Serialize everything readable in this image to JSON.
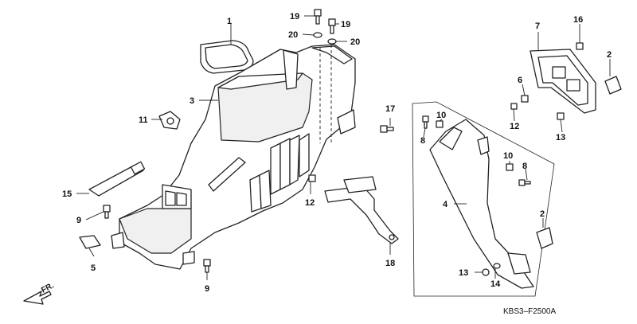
{
  "diagram": {
    "drawing_code": "KBS3–F2500A",
    "direction_label": "FR.",
    "callouts": [
      {
        "id": "c1",
        "label": "1"
      },
      {
        "id": "c3",
        "label": "3"
      },
      {
        "id": "c11",
        "label": "11"
      },
      {
        "id": "c15",
        "label": "15"
      },
      {
        "id": "c9a",
        "label": "9"
      },
      {
        "id": "c5",
        "label": "5"
      },
      {
        "id": "c9b",
        "label": "9"
      },
      {
        "id": "c19a",
        "label": "19"
      },
      {
        "id": "c19b",
        "label": "19"
      },
      {
        "id": "c20a",
        "label": "20"
      },
      {
        "id": "c20b",
        "label": "20"
      },
      {
        "id": "c12a",
        "label": "12"
      },
      {
        "id": "c17",
        "label": "17"
      },
      {
        "id": "c18",
        "label": "18"
      },
      {
        "id": "c8a",
        "label": "8"
      },
      {
        "id": "c10a",
        "label": "10"
      },
      {
        "id": "c10b",
        "label": "10"
      },
      {
        "id": "c8b",
        "label": "8"
      },
      {
        "id": "c4",
        "label": "4"
      },
      {
        "id": "c2a",
        "label": "2"
      },
      {
        "id": "c13a",
        "label": "13"
      },
      {
        "id": "c14",
        "label": "14"
      },
      {
        "id": "c7",
        "label": "7"
      },
      {
        "id": "c16",
        "label": "16"
      },
      {
        "id": "c2b",
        "label": "2"
      },
      {
        "id": "c6",
        "label": "6"
      },
      {
        "id": "c12b",
        "label": "12"
      },
      {
        "id": "c13b",
        "label": "13"
      }
    ]
  }
}
